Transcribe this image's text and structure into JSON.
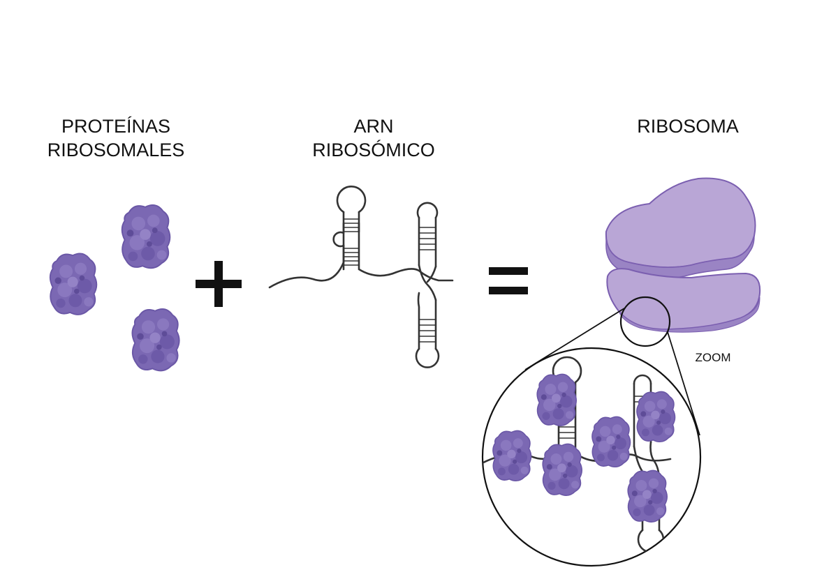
{
  "labels": {
    "proteins_line1": "PROTEÍNAS",
    "proteins_line2": "RIBOSOMALES",
    "rna_line1": "ARN",
    "rna_line2": "RIBOSÓMICO",
    "ribosome": "RIBOSOMA",
    "zoom": "ZOOM"
  },
  "operators": {
    "plus": "+",
    "equals": "="
  },
  "colors": {
    "protein_fill": "#7b68b3",
    "protein_dark": "#5e4c98",
    "ribosome_fill": "#b9a6d6",
    "ribosome_shade": "#9a84c4",
    "ribosome_stroke": "#7b5fb0",
    "rna_stroke": "#333333",
    "zoom_circle_stroke": "#111111",
    "text": "#111111"
  }
}
